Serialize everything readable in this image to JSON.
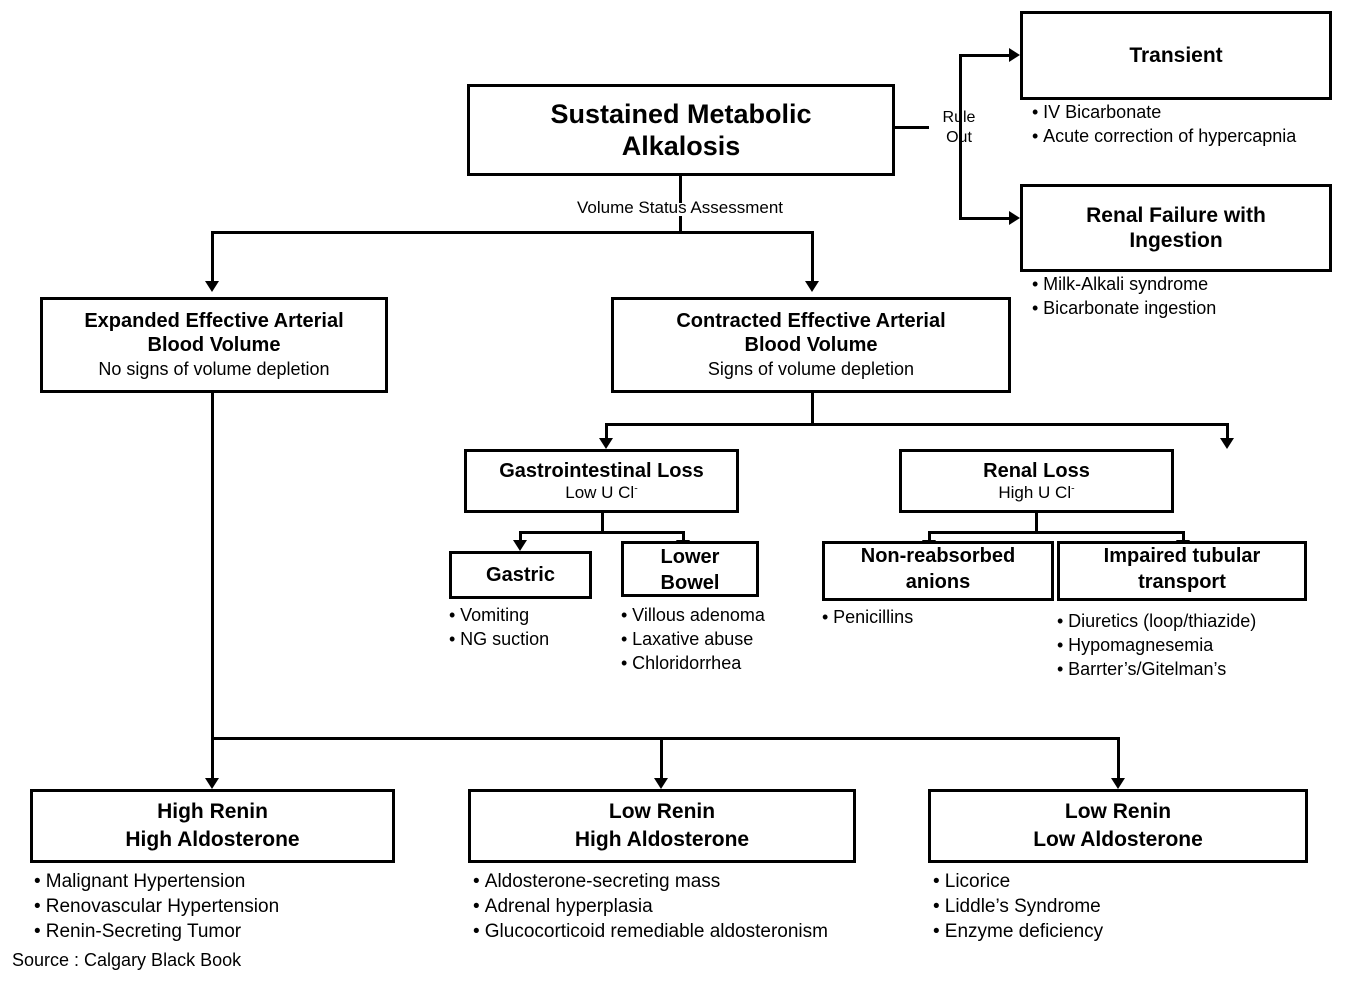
{
  "diagram": {
    "title": "Sustained Metabolic Alkalosis",
    "source": "Source : Calgary Black Book",
    "edge_labels": {
      "volume_status": "Volume Status Assessment",
      "rule_out": "Rule\nOut"
    },
    "nodes": {
      "root": {
        "title": "Sustained Metabolic\nAlkalosis",
        "subtitle": ""
      },
      "transient": {
        "title": "Transient",
        "subtitle": "",
        "bullets": [
          "IV Bicarbonate",
          "Acute correction of hypercapnia"
        ]
      },
      "renal_failure_ingestion": {
        "title": "Renal Failure with\nIngestion",
        "subtitle": "",
        "bullets": [
          "Milk-Alkali syndrome",
          "Bicarbonate ingestion"
        ]
      },
      "expanded_eabv": {
        "title": "Expanded Effective Arterial\nBlood Volume",
        "subtitle": "No signs of volume depletion",
        "bullets": []
      },
      "contracted_eabv": {
        "title": "Contracted Effective Arterial\nBlood Volume",
        "subtitle": "Signs of volume depletion",
        "bullets": []
      },
      "gi_loss": {
        "title": "Gastrointestinal Loss",
        "subtitle_prefix": "Low U Cl",
        "subtitle_sup": "-",
        "bullets": []
      },
      "renal_loss": {
        "title": "Renal Loss",
        "subtitle_prefix": "High U Cl",
        "subtitle_sup": "-",
        "bullets": []
      },
      "gastric": {
        "title": "Gastric",
        "bullets": [
          "Vomiting",
          "NG suction"
        ]
      },
      "lower_bowel": {
        "title": "Lower\nBowel",
        "bullets": [
          "Villous adenoma",
          "Laxative abuse",
          "Chloridorrhea"
        ]
      },
      "non_reabsorbed_anions": {
        "title": "Non-reabsorbed\nanions",
        "bullets": [
          "Penicillins"
        ]
      },
      "impaired_tubular_transport": {
        "title": "Impaired tubular\ntransport",
        "bullets": [
          "Diuretics (loop/thiazide)",
          "Hypomagnesemia",
          "Barrter’s/Gitelman’s"
        ]
      },
      "high_renin_high_aldo": {
        "title": "High Renin\nHigh Aldosterone",
        "bullets": [
          "Malignant Hypertension",
          "Renovascular Hypertension",
          "Renin-Secreting Tumor"
        ]
      },
      "low_renin_high_aldo": {
        "title": "Low Renin\nHigh Aldosterone",
        "bullets": [
          "Aldosterone-secreting mass",
          "Adrenal hyperplasia",
          "Glucocorticoid remediable aldosteronism"
        ]
      },
      "low_renin_low_aldo": {
        "title": "Low Renin\nLow Aldosterone",
        "bullets": [
          "Licorice",
          "Liddle’s Syndrome",
          "Enzyme deficiency"
        ]
      }
    },
    "colors": {
      "line": "#000000",
      "box_border": "#000000",
      "background": "#ffffff",
      "text": "#000000"
    }
  }
}
